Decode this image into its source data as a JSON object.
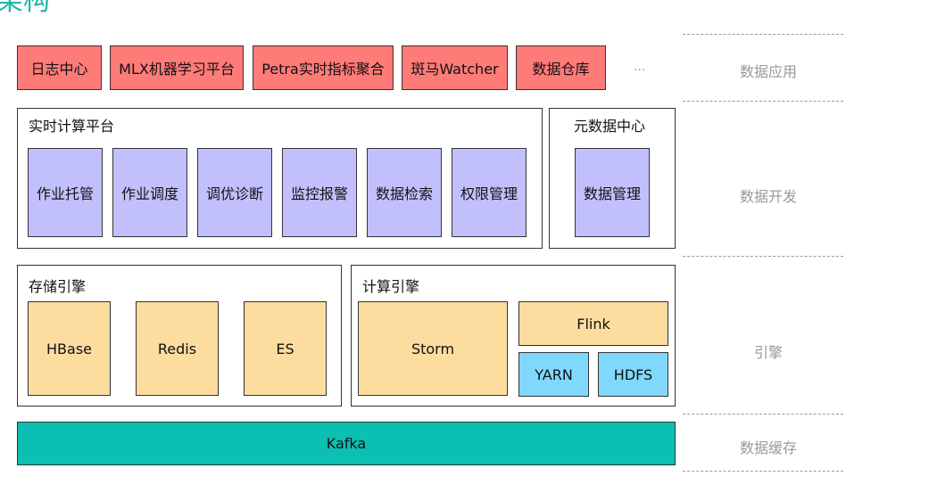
{
  "title": "架构",
  "apps": [
    "日志中心",
    "MLX机器学习平台",
    "Petra实时指标聚合",
    "斑马Watcher",
    "数据仓库"
  ],
  "apps_ellipsis": "...",
  "realtime_platform": {
    "label": "实时计算平台",
    "modules": [
      "作业托管",
      "作业调度",
      "调优诊断",
      "监控报警",
      "数据检索",
      "权限管理"
    ]
  },
  "metadata_center": {
    "label": "元数据中心",
    "modules": [
      "数据管理"
    ]
  },
  "storage_engine": {
    "label": "存储引擎",
    "items": [
      "HBase",
      "Redis",
      "ES"
    ]
  },
  "compute_engine": {
    "label": "计算引擎",
    "storm": "Storm",
    "flink": "Flink",
    "yarn": "YARN",
    "hdfs": "HDFS"
  },
  "kafka": "Kafka",
  "layers": {
    "application": "数据应用",
    "development": "数据开发",
    "engine": "引擎",
    "cache": "数据缓存"
  },
  "colors": {
    "title": "#1fb6a8",
    "application": "#ff7b78",
    "module": "#c2c0fc",
    "engine": "#fddca0",
    "infra": "#80d8ff",
    "kafka": "#0bbfb3"
  }
}
